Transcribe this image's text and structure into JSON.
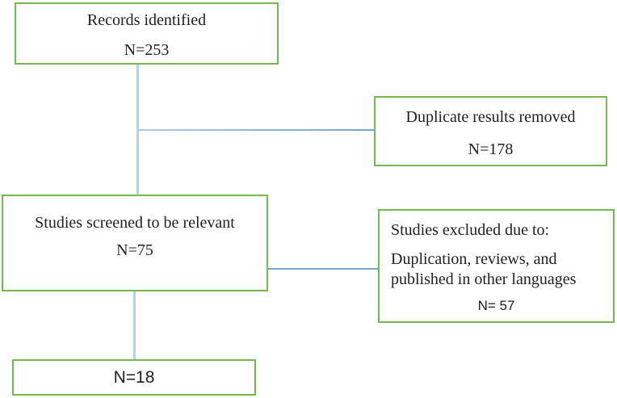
{
  "colors": {
    "box_border": "#74b94e",
    "connector_vertical": "#b3d2ee",
    "connector_horizontal": "#74a9d8",
    "text": "#1f1f1f",
    "background": "#ffffff"
  },
  "flowchart": {
    "records": {
      "title": "Records identified",
      "count": "N=253"
    },
    "duplicates": {
      "title": "Duplicate results removed",
      "count": "N=178"
    },
    "screened": {
      "title": "Studies screened to be relevant",
      "count": "N=75"
    },
    "excluded": {
      "title": "Studies excluded due to:",
      "reason": "Duplication, reviews, and published in other languages",
      "count": "N= 57"
    },
    "included": {
      "count": "N=18"
    }
  }
}
